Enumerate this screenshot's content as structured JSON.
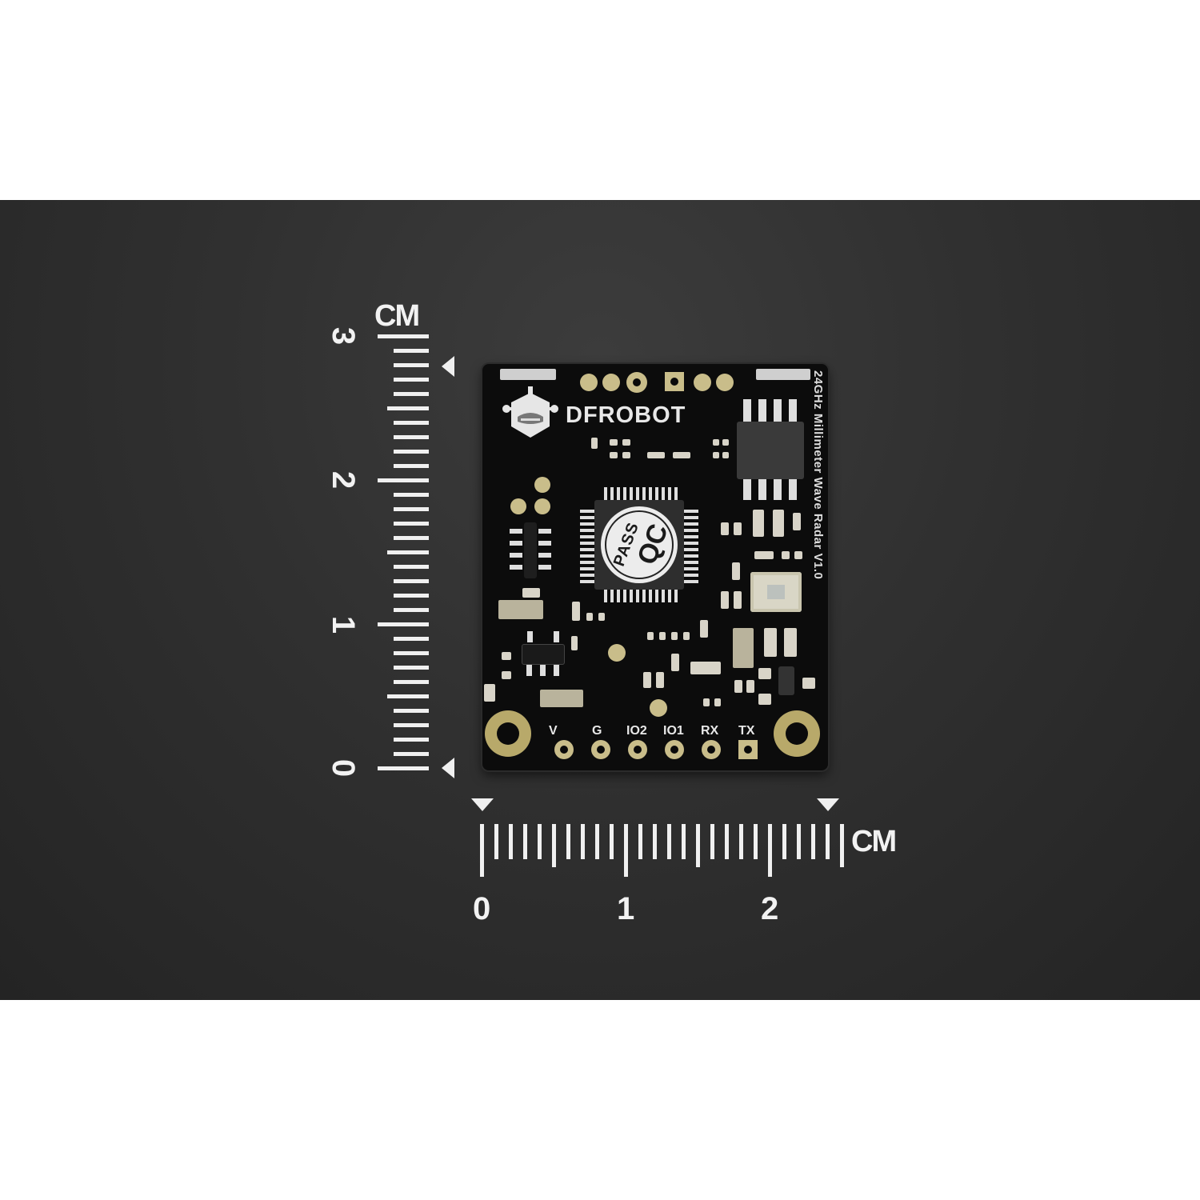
{
  "scene": {
    "description": "Product photo of DFRobot 24GHz millimeter wave radar module on dark background with cm rulers",
    "background_color": "#2e2e2e"
  },
  "board": {
    "brand": "DFROBOT",
    "model_text": "24GHz Millimeter Wave Radar V1.0",
    "qc_sticker": {
      "top": "PASS",
      "bottom": "QC"
    },
    "pin_labels": [
      "V",
      "G",
      "IO2",
      "IO1",
      "RX",
      "TX"
    ],
    "pcb_color": "#0c0c0c",
    "pad_color": "#c9bd8a"
  },
  "vertical_ruler": {
    "unit": "CM",
    "labels": [
      "0",
      "1",
      "2",
      "3"
    ]
  },
  "horizontal_ruler": {
    "unit": "CM",
    "labels": [
      "0",
      "1",
      "2"
    ]
  }
}
